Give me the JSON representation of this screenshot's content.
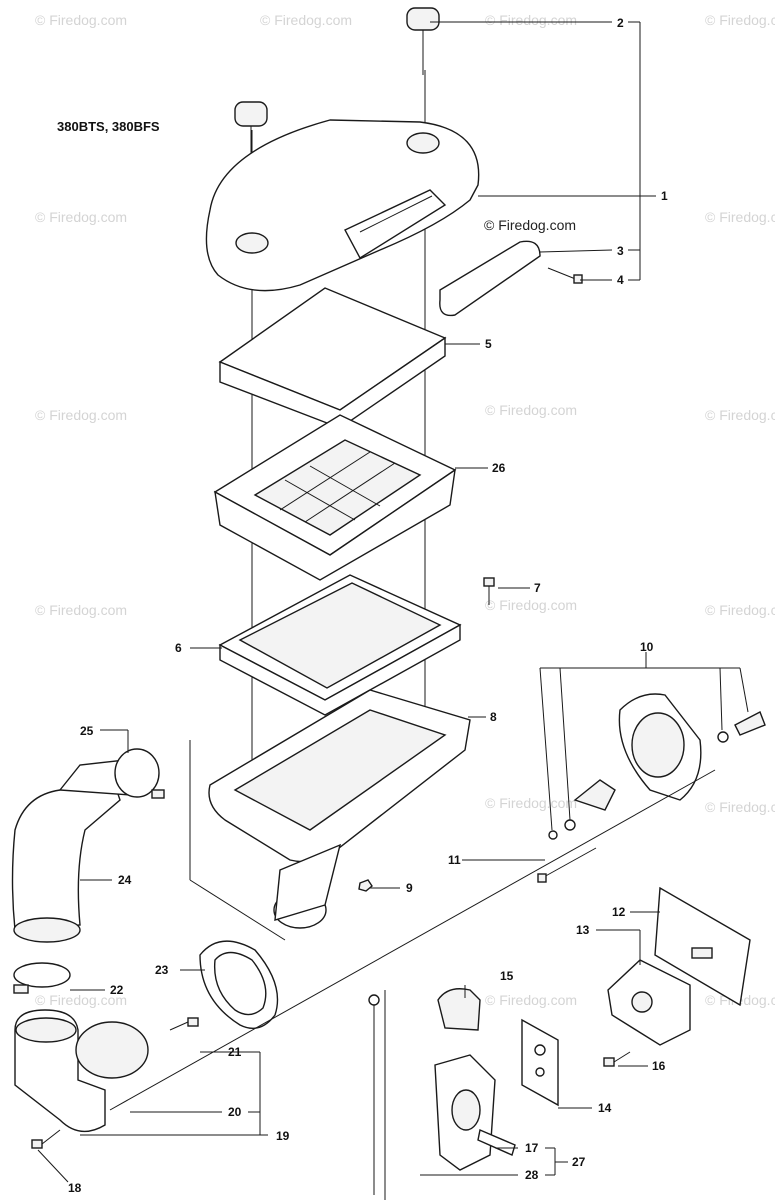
{
  "model_label": "380BTS, 380BFS",
  "watermark_text": "© Firedog.com",
  "watermark_main": "© Firedog.com",
  "callouts": [
    "1",
    "2",
    "3",
    "4",
    "5",
    "6",
    "7",
    "8",
    "9",
    "10",
    "11",
    "12",
    "13",
    "14",
    "15",
    "16",
    "17",
    "18",
    "19",
    "20",
    "21",
    "22",
    "23",
    "24",
    "25",
    "26",
    "27",
    "28"
  ],
  "colors": {
    "line": "#1a1a1a",
    "watermark": "#d4d4d4",
    "background": "#ffffff"
  }
}
